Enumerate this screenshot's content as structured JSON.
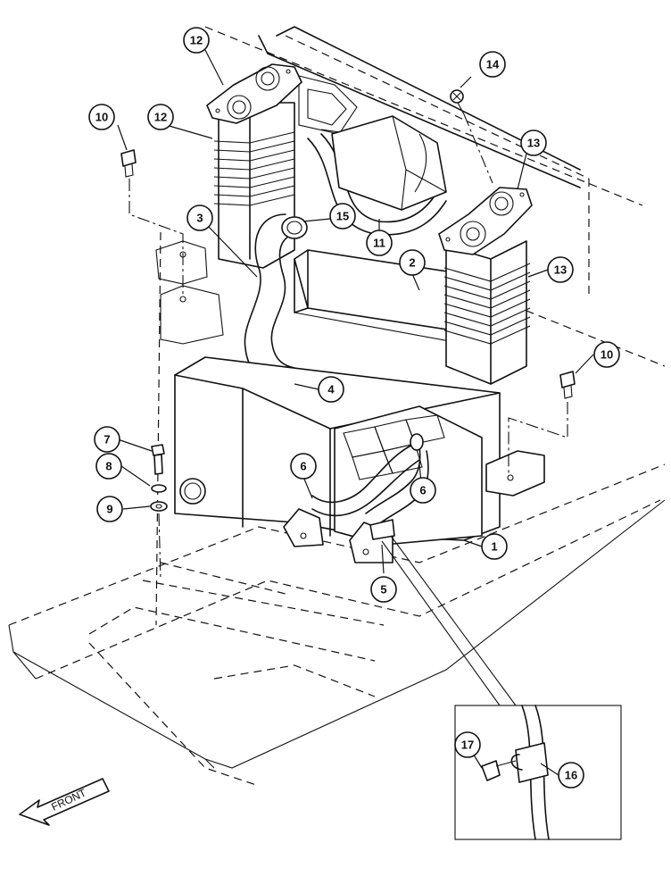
{
  "front_label": "FRONT",
  "callouts": [
    {
      "id": "c1",
      "label": "1"
    },
    {
      "id": "c2",
      "label": "2"
    },
    {
      "id": "c3",
      "label": "3"
    },
    {
      "id": "c4",
      "label": "4"
    },
    {
      "id": "c5",
      "label": "5"
    },
    {
      "id": "c6a",
      "label": "6"
    },
    {
      "id": "c6b",
      "label": "6"
    },
    {
      "id": "c7",
      "label": "7"
    },
    {
      "id": "c8",
      "label": "8"
    },
    {
      "id": "c9",
      "label": "9"
    },
    {
      "id": "c10a",
      "label": "10"
    },
    {
      "id": "c10b",
      "label": "10"
    },
    {
      "id": "c11",
      "label": "11"
    },
    {
      "id": "c12a",
      "label": "12"
    },
    {
      "id": "c12b",
      "label": "12"
    },
    {
      "id": "c13a",
      "label": "13"
    },
    {
      "id": "c13b",
      "label": "13"
    },
    {
      "id": "c14",
      "label": "14"
    },
    {
      "id": "c15",
      "label": "15"
    },
    {
      "id": "c16",
      "label": "16"
    },
    {
      "id": "c17",
      "label": "17"
    }
  ]
}
